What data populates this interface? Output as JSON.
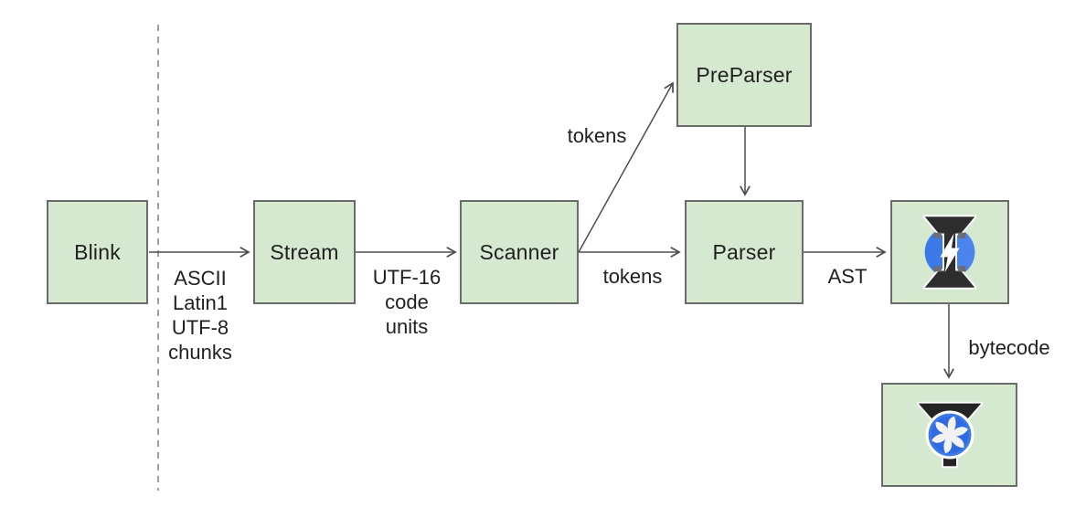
{
  "diagram": {
    "nodes": {
      "blink": {
        "label": "Blink"
      },
      "stream": {
        "label": "Stream"
      },
      "scanner": {
        "label": "Scanner"
      },
      "preparser": {
        "label": "PreParser"
      },
      "parser": {
        "label": "Parser"
      },
      "ignition": {
        "icon": "ignition-lightning-icon"
      },
      "turbofan": {
        "icon": "turbofan-fan-icon"
      }
    },
    "edge_labels": {
      "blink_to_stream": "ASCII\nLatin1\nUTF-8\nchunks",
      "stream_to_scanner": "UTF-16\ncode\nunits",
      "scanner_to_preparser": "tokens",
      "scanner_to_parser": "tokens",
      "parser_to_ignition": "AST",
      "ignition_to_turbofan": "bytecode"
    },
    "colors": {
      "node_fill": "#d5e8d0",
      "node_border": "#6b6b6b",
      "arrow": "#4d4d4d",
      "dashed_separator": "#9e9e9e",
      "text": "#212121",
      "icon_blue": "#3b78e8",
      "icon_dark": "#2d2d2d",
      "icon_white": "#ffffff"
    }
  }
}
